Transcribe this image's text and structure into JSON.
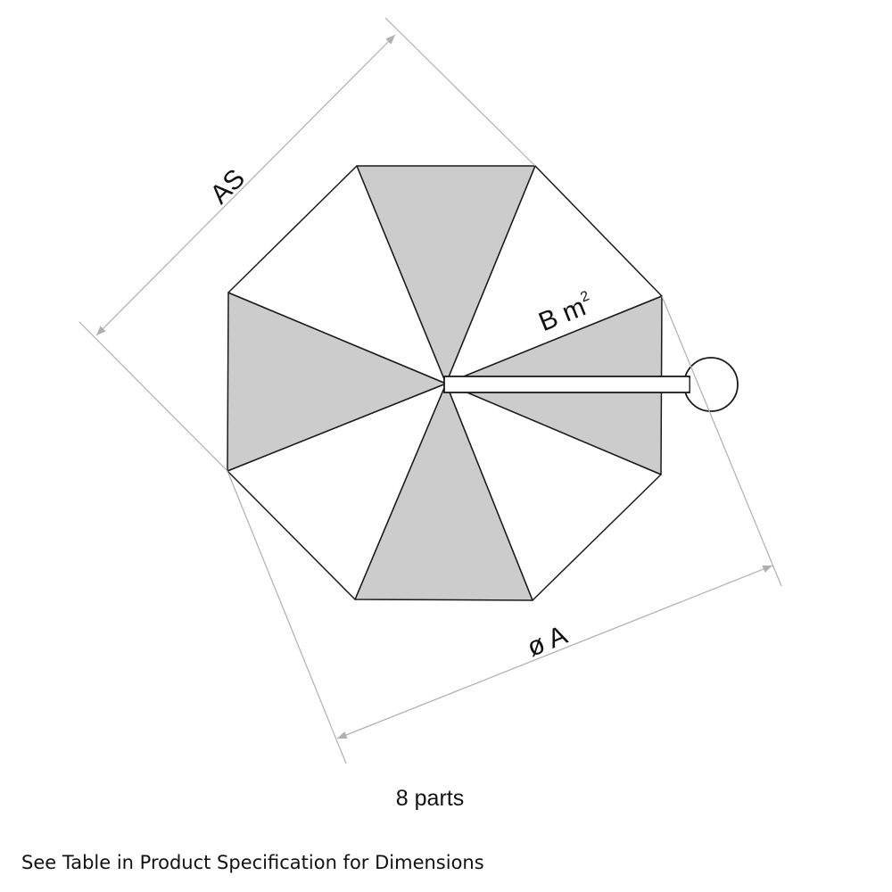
{
  "diagram": {
    "title": "Octagonal umbrella canopy",
    "panels": 8,
    "labels": {
      "side_length": "AS",
      "area": "B m",
      "area_superscript": "2",
      "diameter": "ø A",
      "parts": "8 parts"
    },
    "colors": {
      "shaded_panel": "#cccccc",
      "outline": "#1a1a1a",
      "dimension": "#b0b0b0"
    }
  },
  "footer": {
    "note": "See Table in Product Specification for Dimensions"
  }
}
